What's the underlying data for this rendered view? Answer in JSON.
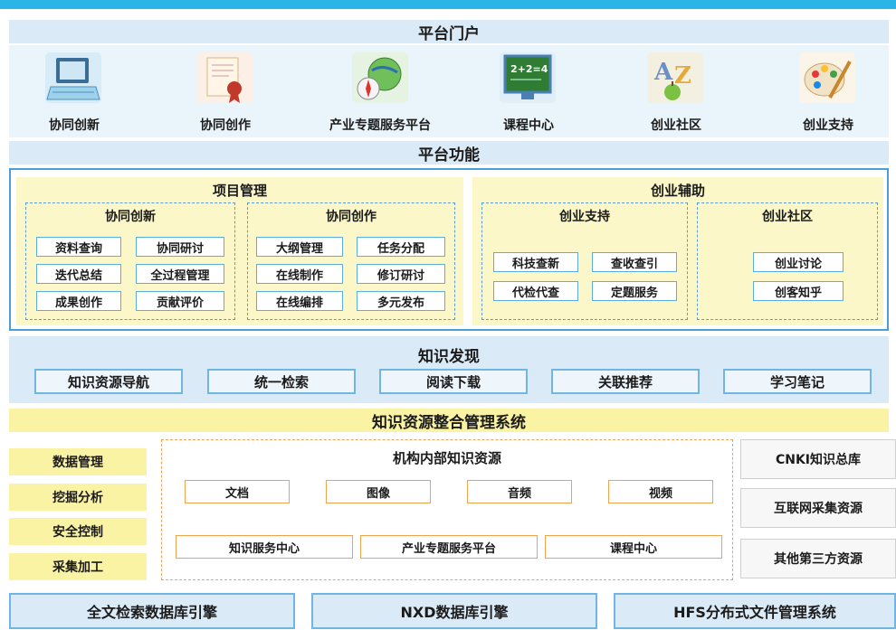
{
  "portal": {
    "title": "平台门户",
    "items": [
      {
        "label": "协同创新",
        "icon": "computer-keyboard-icon"
      },
      {
        "label": "协同创作",
        "icon": "scroll-certificate-icon"
      },
      {
        "label": "产业专题服务平台",
        "icon": "globe-compass-icon"
      },
      {
        "label": "课程中心",
        "icon": "chalkboard-icon"
      },
      {
        "label": "创业社区",
        "icon": "az-apple-icon"
      },
      {
        "label": "创业支持",
        "icon": "palette-brush-icon"
      }
    ]
  },
  "functions": {
    "title": "平台功能",
    "project": {
      "title": "项目管理",
      "innovation": {
        "title": "协同创新",
        "buttons": [
          "资料查询",
          "协同研讨",
          "迭代总结",
          "全过程管理",
          "成果创作",
          "贡献评价"
        ]
      },
      "creation": {
        "title": "协同创作",
        "buttons": [
          "大纲管理",
          "任务分配",
          "在线制作",
          "修订研讨",
          "在线编排",
          "多元发布"
        ]
      }
    },
    "startup": {
      "title": "创业辅助",
      "support": {
        "title": "创业支持",
        "buttons": [
          "科技查新",
          "查收查引",
          "代检代查",
          "定题服务"
        ]
      },
      "community": {
        "title": "创业社区",
        "buttons": [
          "创业讨论",
          "创客知乎"
        ]
      }
    }
  },
  "discovery": {
    "title": "知识发现",
    "items": [
      "知识资源导航",
      "统一检索",
      "阅读下载",
      "关联推荐",
      "学习笔记"
    ]
  },
  "kms": {
    "title": "知识资源整合管理系统",
    "left": [
      "数据管理",
      "挖掘分析",
      "安全控制",
      "采集加工"
    ],
    "internal": {
      "title": "机构内部知识资源",
      "row1": [
        "文档",
        "图像",
        "音频",
        "视频"
      ],
      "row2": [
        "知识服务中心",
        "产业专题服务平台",
        "课程中心"
      ]
    },
    "right": [
      "CNKI知识总库",
      "互联网采集资源",
      "其他第三方资源"
    ]
  },
  "engines": [
    "全文检索数据库引擎",
    "NXD数据库引擎",
    "HFS分布式文件管理系统"
  ],
  "colors": {
    "topbar": "#2bb5e6",
    "band": "#dbeaf7",
    "yellow": "#fbf3a4",
    "dash_blue": "#5b9bd5",
    "dash_orange": "#f2a25a"
  }
}
